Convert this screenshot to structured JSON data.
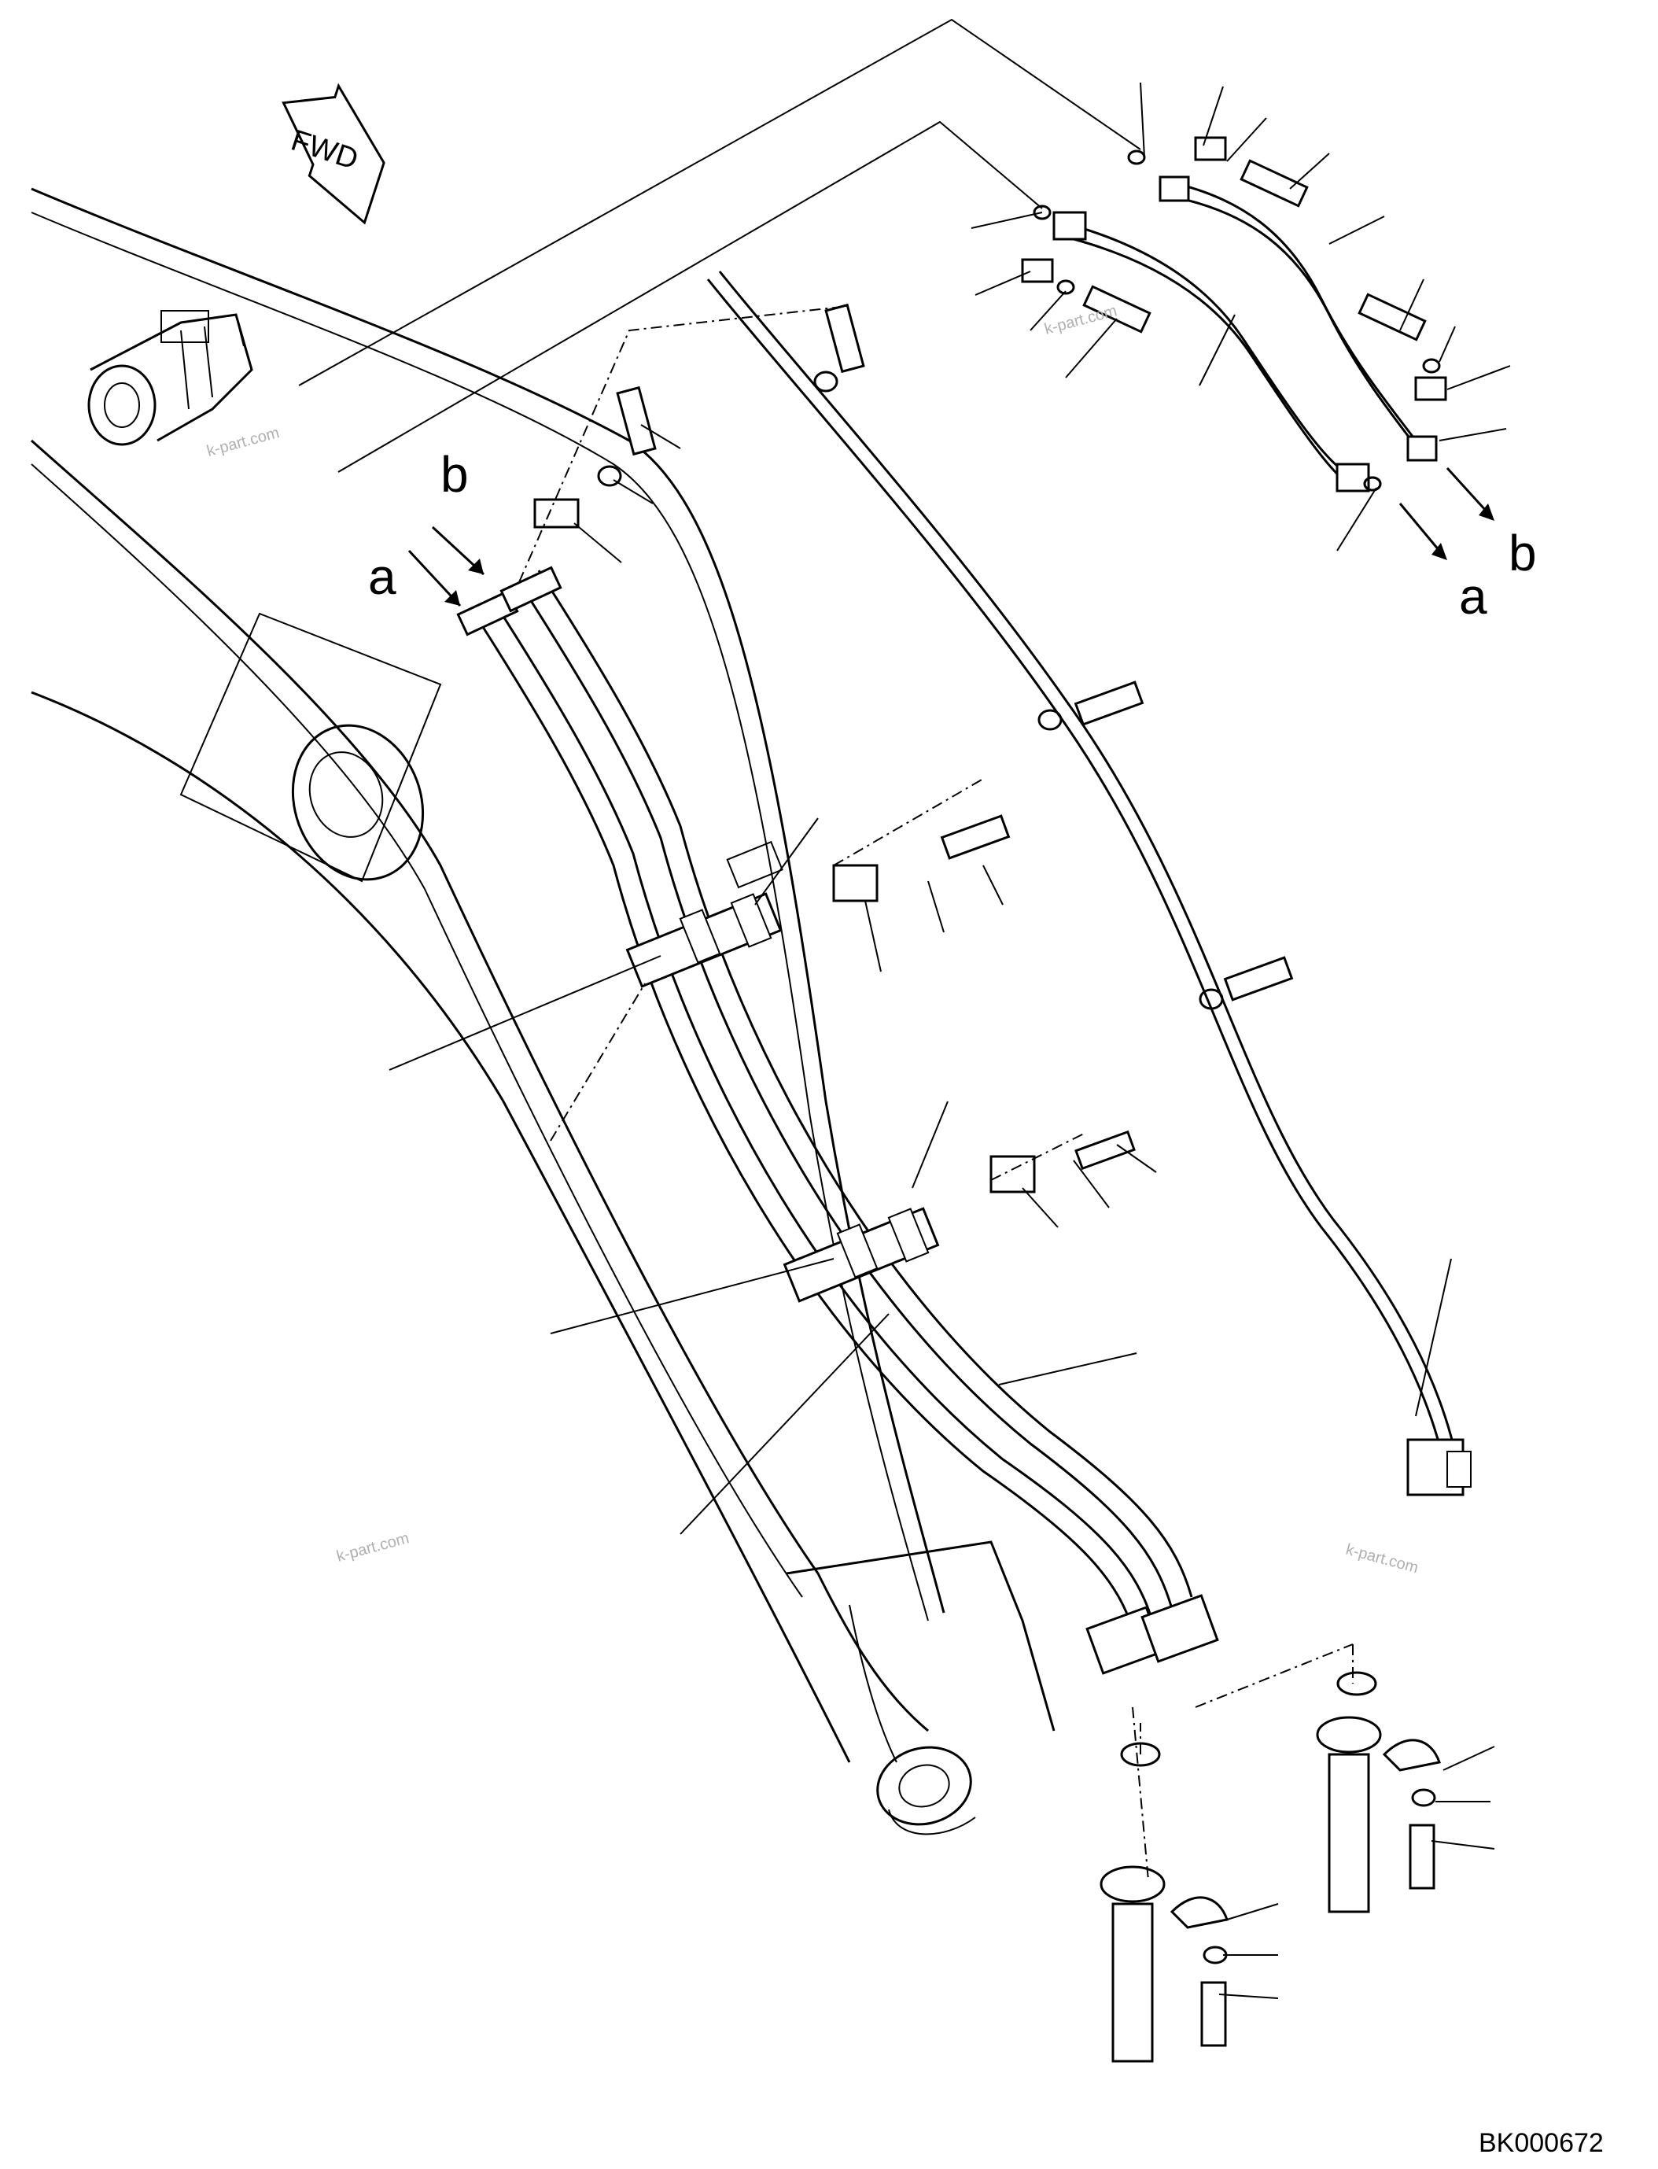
{
  "direction_label": "FWD",
  "callouts": {
    "a_upper": "a",
    "b_upper": "b",
    "a_lower": "a",
    "b_lower": "b"
  },
  "watermarks": [
    "k-part.com",
    "k-part.com",
    "k-part.com",
    "k-part.com"
  ],
  "drawing_code": "BK000672"
}
